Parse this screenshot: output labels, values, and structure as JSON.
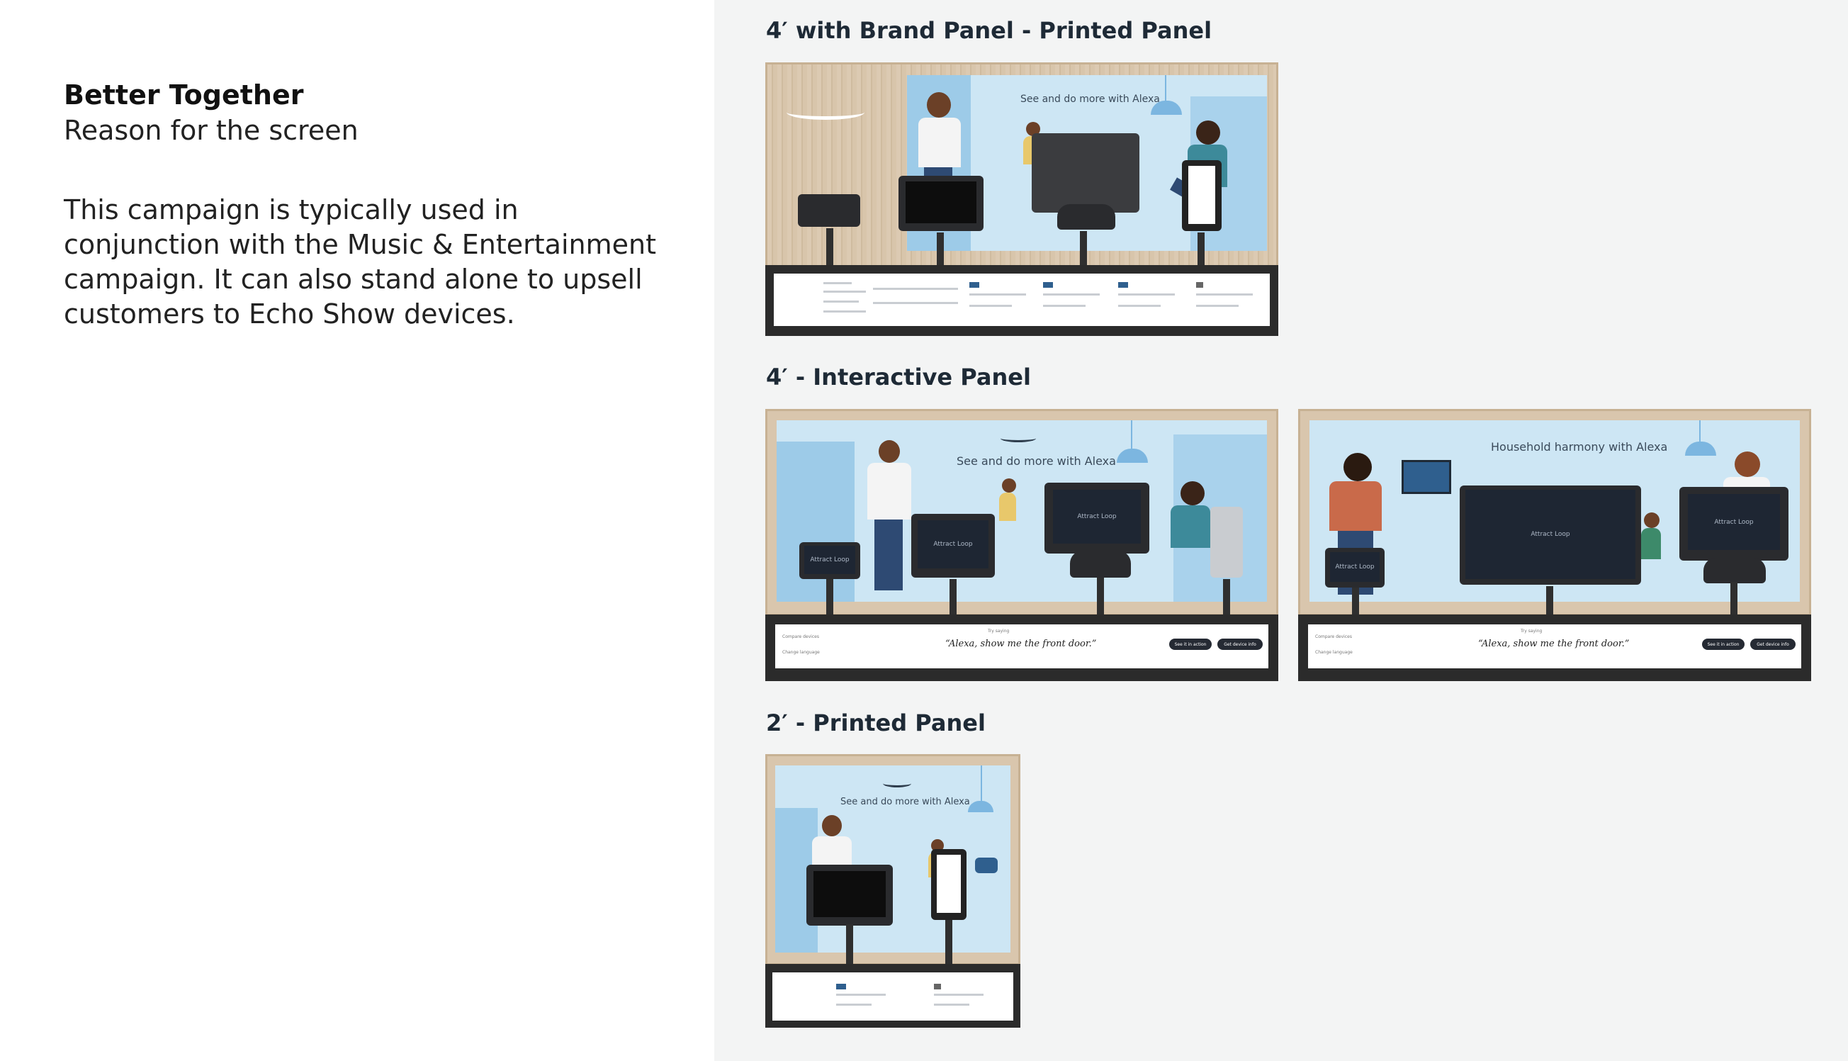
{
  "left": {
    "title": "Better Together",
    "subtitle": "Reason for the screen",
    "description": "This campaign is typically used in conjunction with the Music & Entertainment campaign. It can also stand alone to upsell customers to Echo Show devices."
  },
  "sections": [
    {
      "label": "4′ with Brand Panel - Printed Panel"
    },
    {
      "label": "4′ - Interactive Panel"
    },
    {
      "label": "2′ - Printed Panel"
    }
  ],
  "panels": {
    "brand_printed": {
      "scene_text": "See and do more with Alexa"
    },
    "interactive_a": {
      "scene_text": "See and do more with Alexa",
      "screen_text": "Attract Loop",
      "prompt_label": "Try saying",
      "quote": "“Alexa, show me the front door.”",
      "left_links": [
        "Compare devices",
        "Change language"
      ],
      "buttons": [
        "See it in action",
        "Get device info"
      ]
    },
    "interactive_b": {
      "scene_text": "Household harmony with Alexa",
      "screen_text": "Attract Loop",
      "prompt_label": "Try saying",
      "quote": "“Alexa, show me the front door.”",
      "left_links": [
        "Compare devices",
        "Change language"
      ],
      "buttons": [
        "See it in action",
        "Get device info"
      ]
    },
    "two_foot": {
      "scene_text": "See and do more with Alexa"
    }
  },
  "colors": {
    "wall_light": "#cde6f4",
    "wall_mid": "#9dcbe8",
    "wood": "#d9c6ad",
    "base": "#2b2b2b",
    "device": "#2a2b2e"
  }
}
